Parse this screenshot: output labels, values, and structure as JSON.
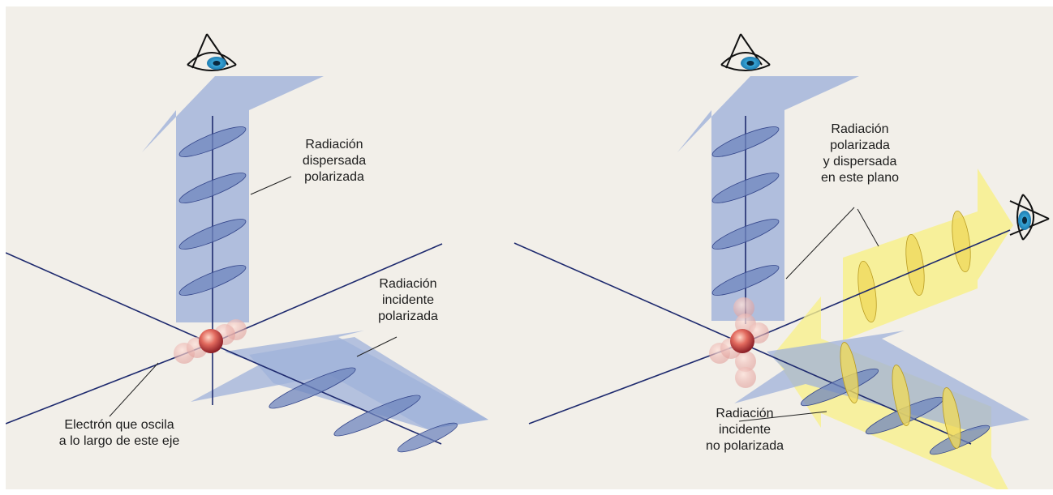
{
  "left_panel": {
    "label_scattered": "Radiación\ndispersada\npolarizada",
    "label_incident": "Radiación\nincidente\npolarizada",
    "label_electron": "Electrón que oscila\na lo largo de este eje"
  },
  "right_panel": {
    "label_scattered": "Radiación\npolarizada\ny dispersada\nen este plano",
    "label_incident": "Radiación\nincidente\nno polarizada"
  },
  "colors": {
    "background": "#f2efe9",
    "axis": "#1e2a6e",
    "blue_beam": "#9fb2da",
    "yellow_beam": "#f8f08c",
    "wave_blue": "#6f86bd",
    "wave_yellow": "#e0c43a",
    "electron": "#c9343c"
  },
  "icons": [
    "eye-icon",
    "eye-icon",
    "eye-icon"
  ]
}
